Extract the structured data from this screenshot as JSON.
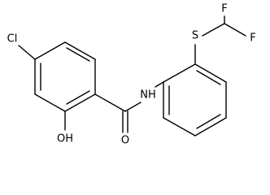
{
  "molecule": {
    "atoms": {
      "cl": "Cl",
      "oh": "OH",
      "o": "O",
      "nh": "NH",
      "s": "S",
      "f1": "F",
      "f2": "F"
    }
  }
}
